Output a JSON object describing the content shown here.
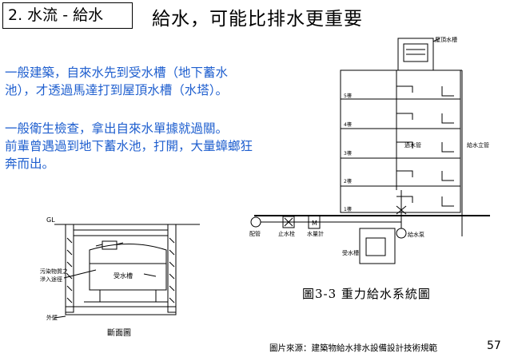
{
  "header": {
    "tag": "2. 水流 - 給水",
    "title": "給水，可能比排水更重要"
  },
  "body": {
    "para1": [
      "一般建築，自來水先到受水槽（地下蓄水",
      "池），才透過馬達打到屋頂水槽（水塔）。"
    ],
    "para2": [
      "一般衛生檢查，拿出自來水單據就過關。",
      "前輩曾遇過到地下蓄水池，打開，大量蟑螂狂",
      "奔而出。"
    ]
  },
  "diagram_left": {
    "gl": "GL",
    "tank_label": "受水槽",
    "side_note": [
      "污染物質之",
      "滲入途徑"
    ],
    "wall_label": "外壁",
    "caption": "斷面圖"
  },
  "diagram_right": {
    "roof_tank": "屋頂水槽",
    "floors": [
      "5樓",
      "4樓",
      "3樓",
      "2樓",
      "1樓"
    ],
    "distribution_pipe": "過水管",
    "riser": "給水立管",
    "city_main": "配管",
    "stop_valve": "止水栓",
    "meter": "水量計",
    "meter_symbol": "M",
    "receiving_tank": "受水槽",
    "pump": "給水泵",
    "caption": "圖3-3  重力給水系統圖"
  },
  "footer": {
    "source": "圖片來源：建築物給水排水設備設計技術規範",
    "page": "57"
  }
}
